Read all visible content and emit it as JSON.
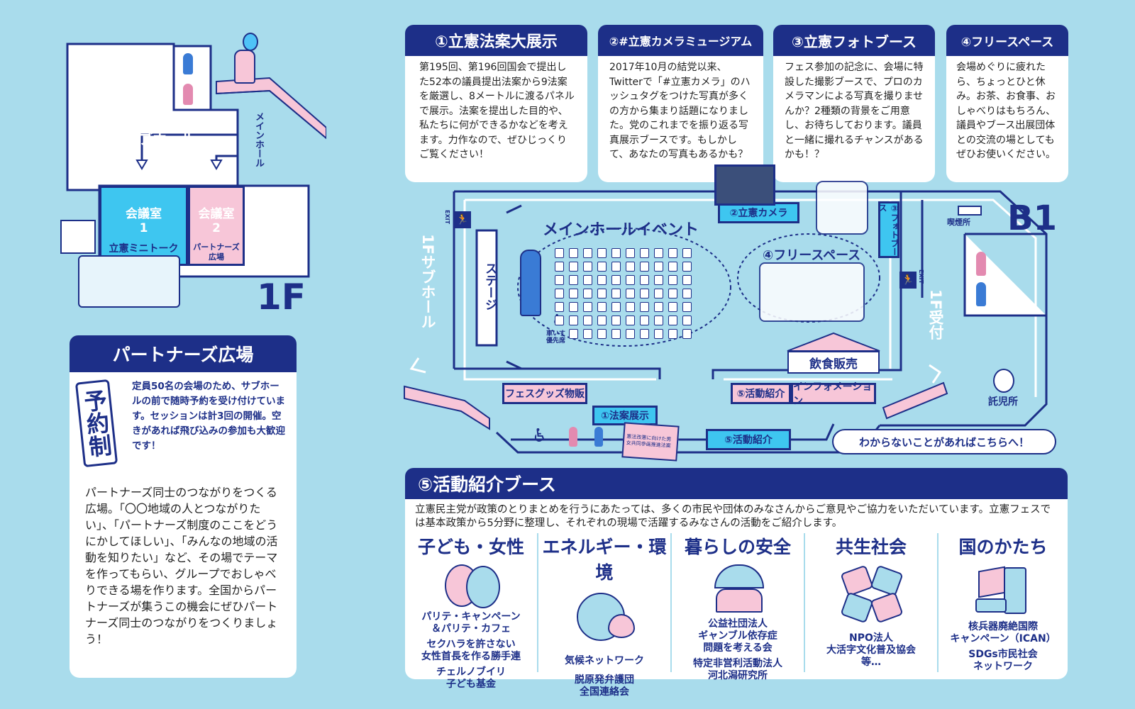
{
  "floor1": {
    "label": "1F",
    "sub_hall": "サブホール",
    "main_hall_arrow": "メインホール",
    "room1": {
      "name": "会議室",
      "num": "1",
      "event": "立憲ミニトーク"
    },
    "room2": {
      "name": "会議室",
      "num": "2",
      "event": "パートナーズ広場"
    }
  },
  "partners": {
    "title": "パートナーズ広場",
    "stamp": "予約制",
    "notice": "定員50名の会場のため、サブホールの前で随時予約を受け付けています。セッションは計3回の開催。空きがあれば飛び込みの参加も大歓迎です！",
    "body": "パートナーズ同士のつながりをつくる広場。「〇〇地域の人とつながりたい」、「パートナーズ制度のここをどうにかしてほしい」、「みんなの地域の活動を知りたい」など、その場でテーマを作ってもらい、グループでおしゃべりできる場を作ります。全国からパートナーズが集うこの機会にぜひパートナーズ同士のつながりをつくりましょう！"
  },
  "booths": [
    {
      "title": "①立憲法案大展示",
      "text": "第195回、第196回国会で提出した52本の議員提出法案から9法案を厳選し、8メートルに渡るパネルで展示。法案を提出した目的や、私たちに何ができるかなどを考えます。力作なので、ぜひじっくりご覧ください！"
    },
    {
      "title": "②#立憲カメラミュージアム",
      "text": "2017年10月の結党以来、Twitterで「#立憲カメラ」のハッシュタグをつけた写真が多くの方から集まり話題になりました。党のこれまでを振り返る写真展示ブースです。もしかして、あなたの写真もあるかも？"
    },
    {
      "title": "③立憲フォトブース",
      "text": "フェス参加の記念に、会場に特設した撮影ブースで、プロのカメラマンによる写真を撮りませんか？2種類の背景をご用意し、お待ちしております。議員と一緒に撮れるチャンスがあるかも！？"
    },
    {
      "title": "④フリースペース",
      "text": "会場めぐりに疲れたら、ちょっとひと休み。お茶、お食事、おしゃべりはもちろん、議員やブース出展団体との交流の場としてもぜひお使いください。"
    }
  ],
  "b1": {
    "label": "B1",
    "main_event": "メインホールイベント",
    "stage": "ステージ",
    "wheelchair_seats": "車いす優先席",
    "free_space": "④フリースペース",
    "camera": "②立憲カメラ",
    "photo_booth": "③フォトブース",
    "smoking": "喫煙所",
    "exit": "EXIT",
    "food": "飲食販売",
    "goods": "フェスグッズ物販",
    "activity": "⑤活動紹介",
    "information": "インフォメーション",
    "bills": "①法案展示",
    "activity2": "⑤活動紹介",
    "help": "わからないことがあればこちらへ！",
    "nursery": "託児所",
    "to_sub_hall": "1Fサブホール",
    "to_reception": "1F受付",
    "poster_text": "憲法改悪に向けた男女共同参画推進法案"
  },
  "activity": {
    "title": "⑤活動紹介ブース",
    "text": "立憲民主党が政策のとりまとめを行うにあたっては、多くの市民や団体のみなさんからご意見やご協力をいただいています。立憲フェスでは基本政策から5分野に整理し、それぞれの現場で活躍するみなさんの活動をご紹介します。",
    "categories": [
      {
        "title": "子ども・女性",
        "icon": "heads-icon",
        "orgs": [
          "パリテ・キャンペーン",
          "＆パリテ・カフェ",
          "セクハラを許さない",
          "女性首長を作る勝手連",
          "チェルノブイリ",
          "子ども基金"
        ]
      },
      {
        "title": "エネルギー・環境",
        "icon": "globe-heart-icon",
        "orgs": [
          "気候ネットワーク",
          "脱原発弁護団",
          "全国連絡会"
        ]
      },
      {
        "title": "暮らしの安全",
        "icon": "umbrella-people-icon",
        "orgs": [
          "公益社団法人",
          "ギャンブル依存症",
          "問題を考える会",
          "特定非営利活動法人",
          "河北潟研究所"
        ]
      },
      {
        "title": "共生社会",
        "icon": "hands-icon",
        "orgs": [
          "NPO法人",
          "大活字文化普及協会",
          "等…"
        ]
      },
      {
        "title": "国のかたち",
        "icon": "japan-cube-icon",
        "orgs": [
          "核兵器廃絶国際",
          "キャンペーン（ICAN）",
          "SDGs市民社会",
          "ネットワーク"
        ]
      }
    ]
  },
  "colors": {
    "navy": "#1d2f88",
    "sky": "#a9dcec",
    "cyan": "#3ec6f0",
    "pink": "#f7c6d8"
  }
}
